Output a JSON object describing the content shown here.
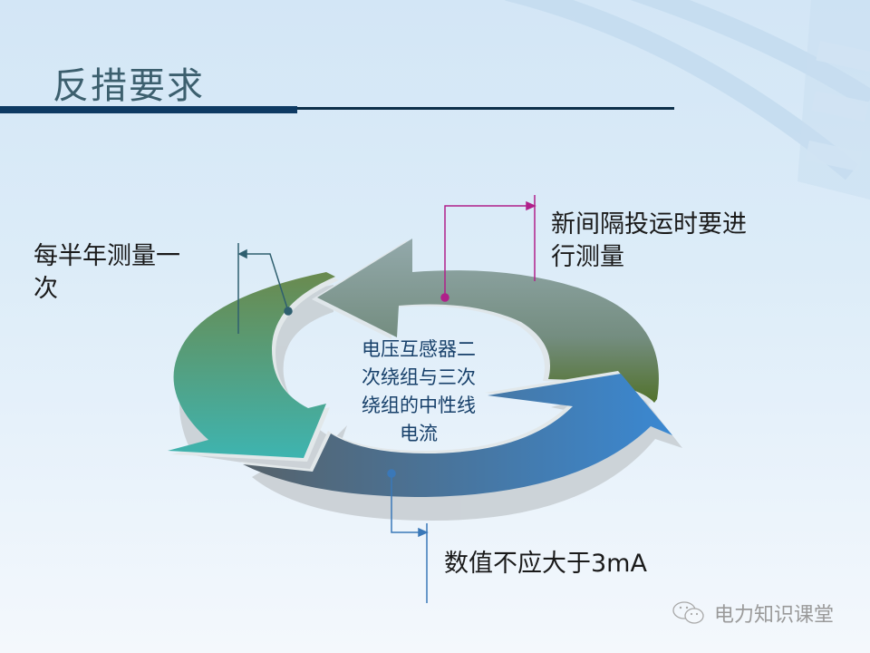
{
  "slide": {
    "title": "反措要求",
    "accent_color": "#0e3a63",
    "center_text": [
      "电压互感器二",
      "次绕组与三次",
      "绕组的中性线",
      "电流"
    ],
    "callouts": {
      "left": {
        "lines": [
          "每半年测量一",
          "次"
        ],
        "connector_color": "#2f5f6f"
      },
      "right": {
        "lines": [
          "新间隔投运时要进",
          "行测量"
        ],
        "connector_color": "#b0208a"
      },
      "bottom": {
        "lines": [
          "数值不应大于3mA"
        ],
        "connector_color": "#3a78b8"
      }
    },
    "ring_arrows": [
      {
        "name": "top-arrow",
        "color_start": "#8fa6a8",
        "color_end": "#56752f"
      },
      {
        "name": "left-arrow",
        "color_start": "#6a8a4a",
        "color_end": "#3fb4b0"
      },
      {
        "name": "bottom-arrow",
        "color_start": "#5a6670",
        "color_end": "#3a86d0"
      }
    ],
    "watermark": {
      "icon": "wechat-icon",
      "text": "电力知识课堂"
    }
  }
}
